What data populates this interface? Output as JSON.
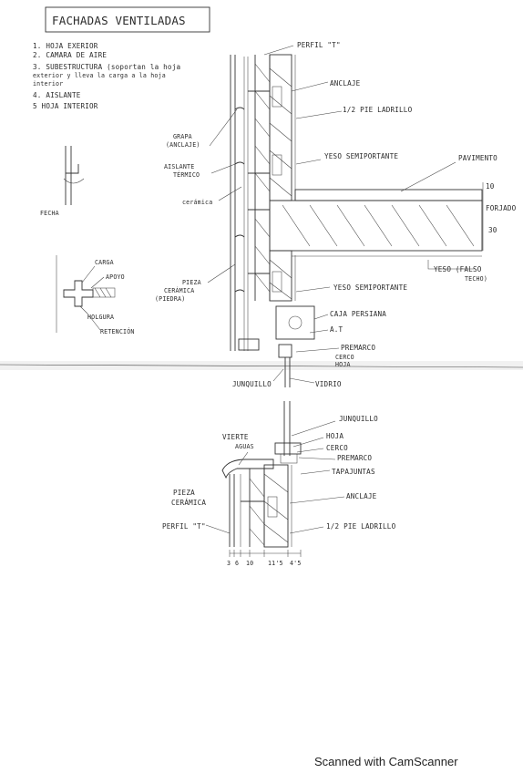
{
  "title": "FACHADAS VENTILADAS",
  "legend": [
    "1. HOJA EXERIOR",
    "2. CAMARA DE AIRE",
    "3. SUBESTRUCTURA (soportan la hoja",
    "exterior y lleva la carga a la hoja",
    "interior",
    "4. AISLANTE",
    "5 HOJA INTERIOR"
  ],
  "section_top": {
    "labels": {
      "perfil_t": "PERFIL \"T\"",
      "anclaje": "ANCLAJE",
      "pie_ladrillo": "1/2 PIE LADRILLO",
      "grapa": "GRAPA",
      "grapa_sub": "(ANCLAJE)",
      "aislante": "AISLANTE",
      "aislante_sub": "TÉRMICO",
      "ceramica": "cerámica",
      "yeso1": "YESO SEMIPORTANTE",
      "pavimento": "PAVIMENTO",
      "forjado": "FORJADO",
      "dim_10": "10",
      "dim_30": "30",
      "yeso_falso": "YESO (FALSO",
      "techo": "TECHO)",
      "pieza": "PIEZA",
      "pieza_sub": "CERÁMICA",
      "pieza_sub2": "(PIEDRA)",
      "yeso2": "YESO SEMIPORTANTE",
      "caja": "CAJA PERSIANA",
      "at": "A.T",
      "premarco": "PREMARCO",
      "cerco": "CERCO",
      "hoja": "HOJA",
      "junquillo": "JUNQUILLO",
      "vidrio": "VIDRIO"
    }
  },
  "small_details": {
    "fecha": "FECHA",
    "carga": "CARGA",
    "apoyo": "APOYO",
    "holgura": "HOLGURA",
    "retencion": "RETENCIÓN"
  },
  "section_bottom": {
    "labels": {
      "junquillo": "JUNQUILLO",
      "vierte": "VIERTE",
      "aguas": "AGUAS",
      "hoja": "HOJA",
      "cerco": "CERCO",
      "premarco": "PREMARCO",
      "tapajuntas": "TAPAJUNTAS",
      "pieza": "PIEZA",
      "pieza_sub": "CERÁMICA",
      "anclaje": "ANCLAJE",
      "perfil_t": "PERFIL \"T\"",
      "pie_ladrillo": "1/2 PIE LADRILLO"
    },
    "dims": [
      "3",
      "6",
      "10",
      "11'5",
      "4'5"
    ]
  },
  "footer": "Scanned with CamScanner"
}
